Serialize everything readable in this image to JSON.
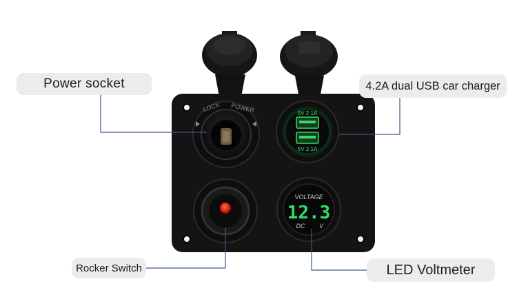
{
  "labels": {
    "power_socket": "Power socket",
    "usb_charger": "4.2A dual USB car charger",
    "rocker_switch": "Rocker Switch",
    "voltmeter": "LED Voltmeter"
  },
  "panel_markings": {
    "lock": "LOCK",
    "power": "POWER",
    "usb_top": "5V 2.1A",
    "usb_bottom": "5V 2.1A",
    "voltage_title": "VOLTAGE",
    "voltage_reading": "12.3",
    "voltage_dc": "DC",
    "voltage_unit": "V"
  },
  "colors": {
    "panel": "#141414",
    "led_green": "#2ee06a",
    "switch_red": "#e0241c",
    "leader_line": "#3a5a86"
  }
}
